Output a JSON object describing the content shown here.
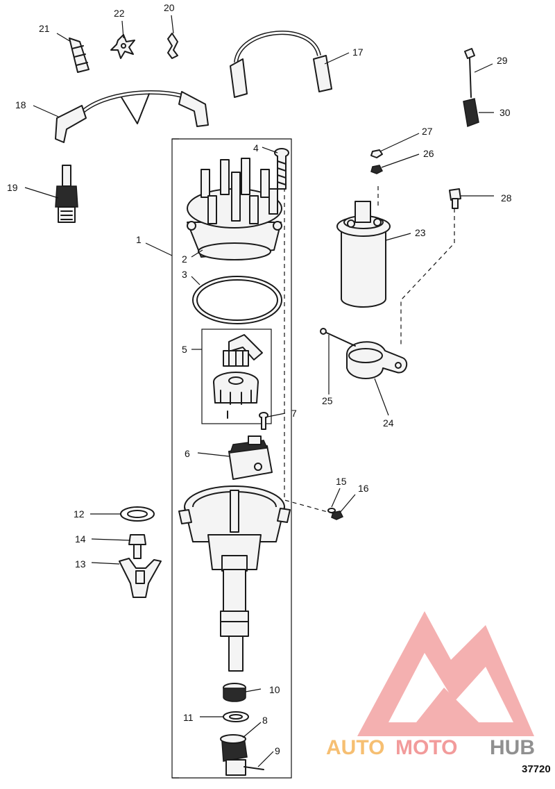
{
  "figure_number": "37720",
  "watermark": {
    "brand_auto": "AUTO",
    "brand_moto": "MOTO",
    "brand_hub": "HUB"
  },
  "callouts": {
    "c1": "1",
    "c2": "2",
    "c3": "3",
    "c4": "4",
    "c5": "5",
    "c6": "6",
    "c7": "7",
    "c8": "8",
    "c9": "9",
    "c10": "10",
    "c11": "11",
    "c12": "12",
    "c13": "13",
    "c14": "14",
    "c15": "15",
    "c16": "16",
    "c17": "17",
    "c18": "18",
    "c19": "19",
    "c20": "20",
    "c21": "21",
    "c22": "22",
    "c23": "23",
    "c24": "24",
    "c25": "25",
    "c26": "26",
    "c27": "27",
    "c28": "28",
    "c29": "29",
    "c30": "30"
  },
  "colors": {
    "logo_red": "#f08a8a",
    "logo_orange": "#f5b45a",
    "logo_gray": "#7d7d7d",
    "ink": "#1a1a1a"
  }
}
